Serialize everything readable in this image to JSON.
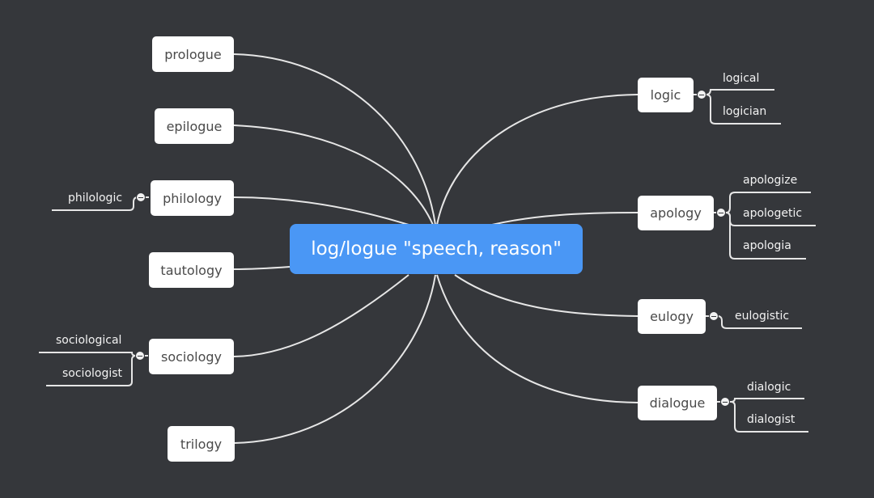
{
  "root": {
    "label": "log/logue \"speech, reason\"",
    "color": "#4a97f5"
  },
  "left": [
    {
      "id": "prologue",
      "label": "prologue",
      "children": []
    },
    {
      "id": "epilogue",
      "label": "epilogue",
      "children": []
    },
    {
      "id": "philology",
      "label": "philology",
      "children": [
        "philologic"
      ]
    },
    {
      "id": "tautology",
      "label": "tautology",
      "children": []
    },
    {
      "id": "sociology",
      "label": "sociology",
      "children": [
        "sociological",
        "sociologist"
      ]
    },
    {
      "id": "trilogy",
      "label": "trilogy",
      "children": []
    }
  ],
  "right": [
    {
      "id": "logic",
      "label": "logic",
      "children": [
        "logical",
        "logician"
      ]
    },
    {
      "id": "apology",
      "label": "apology",
      "children": [
        "apologize",
        "apologetic",
        "apologia"
      ]
    },
    {
      "id": "eulogy",
      "label": "eulogy",
      "children": [
        "eulogistic"
      ]
    },
    {
      "id": "dialogue",
      "label": "dialogue",
      "children": [
        "dialogic",
        "dialogist"
      ]
    }
  ],
  "colors": {
    "background": "#35373b",
    "node": "#ffffff",
    "line": "#e6e6e6"
  }
}
